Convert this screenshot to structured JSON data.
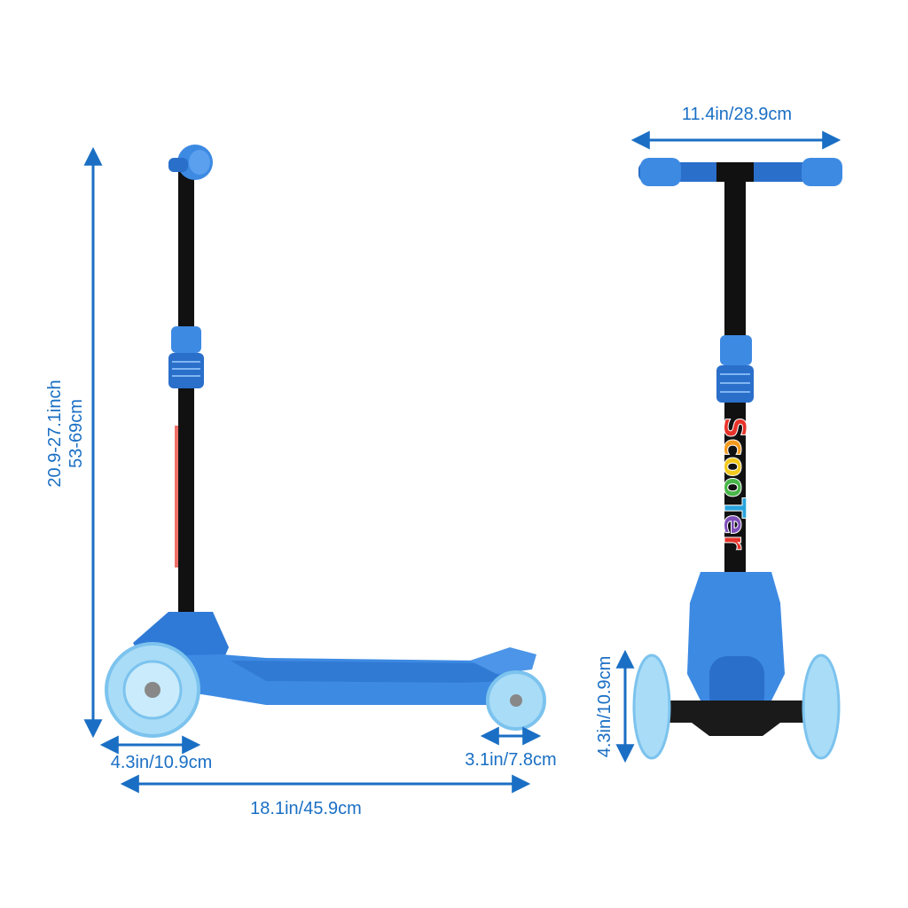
{
  "colors": {
    "dimension": "#1a6fc4",
    "scooter_blue": "#3d8ae3",
    "scooter_blue_dark": "#2a6fca",
    "wheel_light": "#a9dcf7",
    "pole": "#111111"
  },
  "dimensions": {
    "height_inch": "20.9-27.1inch",
    "height_cm": "53-69cm",
    "handlebar_width": "11.4in/28.9cm",
    "front_wheel_width": "4.3in/10.9cm",
    "rear_wheel_width": "3.1in/7.8cm",
    "total_length": "18.1in/45.9cm",
    "front_wheelbase_height": "4.3in/10.9cm"
  },
  "logo": {
    "letters": [
      "S",
      "c",
      "o",
      "o",
      "T",
      "e",
      "r"
    ],
    "colors": [
      "#e8332a",
      "#f39a1e",
      "#f2c81b",
      "#48b649",
      "#29a3dc",
      "#7e4fb8",
      "#e8332a"
    ]
  }
}
